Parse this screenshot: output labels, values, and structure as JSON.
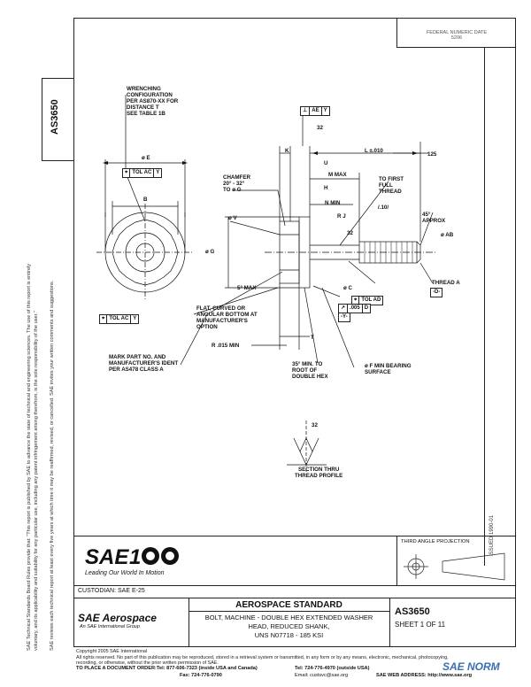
{
  "doc_id": "AS3650",
  "revision_box": {
    "line1": "FEDERAL NUMERIC DATE",
    "line2": "5206"
  },
  "issued_vertical": "ISSUED 1990-01",
  "sidebar": {
    "text1": "SAE Technical Standards Board Rules provide that: \"This report is published by SAE to advance the state of technical and engineering sciences. The use of this report is entirely",
    "text2": "voluntary, and its applicability and suitability for any particular use, including any patent infringement arising therefrom, is the sole responsibility of the user.\"",
    "text3": "SAE reviews each technical report at least every five years at which time it may be reaffirmed, revised, or cancelled. SAE invites your written comments and suggestions."
  },
  "labels": {
    "wrenching": [
      "WRENCHING",
      "CONFIGURATION",
      "PER AS870-XX FOR",
      "DISTANCE T",
      "SEE TABLE 1B"
    ],
    "phi_e": "ø E",
    "tol_ac_y": [
      "TOL AC",
      "Y"
    ],
    "b": "B",
    "ae_y": [
      "AE",
      "Y"
    ],
    "val_32": "32",
    "k": "K",
    "l_dim": "L ±.010",
    "u": "U",
    "m_max": "M MAX",
    "h": "H",
    "chamfer": [
      "CHAMFER",
      "20° - 32°",
      "TO ø G"
    ],
    "to_first": [
      "TO FIRST",
      "FULL",
      "THREAD"
    ],
    "n_min": "N MIN",
    "phi_v": "ø V",
    "r_j": "R J",
    "slash_10": "/.10/",
    "angle_45": [
      "45°",
      "APPROX"
    ],
    "phi_ab": "ø AB",
    "phi_g": "ø G",
    "angle_5": "5° MAX",
    "phi_c": "ø C",
    "thread_a": "THREAD A",
    "d_datum": "-D-",
    "tol_ad": "TOL AD",
    "tol_005": ".005",
    "datum_d": "D",
    "y_datum": "-Y-",
    "flat_note": [
      "FLAT, CURVED OR",
      "ANGULAR BOTTOM AT",
      "MANUFACTURER'S",
      "OPTION"
    ],
    "tol_ac_y2": [
      "TOL AC",
      "Y"
    ],
    "r_min": "R .015 MIN",
    "t": "T",
    "mark_note": [
      "MARK PART NO. AND",
      "MANUFACTURER'S IDENT",
      "PER AS478 CLASS A"
    ],
    "angle_35": [
      "35° MIN. TO",
      "ROOT OF",
      "DOUBLE HEX"
    ],
    "phi_f": [
      "ø F MIN BEARING",
      "SURFACE"
    ],
    "section": [
      "SECTION THRU",
      "THREAD PROFILE"
    ],
    "val_125": "125"
  },
  "logo": {
    "sae100": "SAE 100",
    "tagline": "Leading Our World In Motion"
  },
  "projection": "THIRD ANGLE PROJECTION",
  "custodian": "CUSTODIAN: SAE E-25",
  "aero_logo": {
    "brand": "SAE Aerospace",
    "sub": "An SAE International Group"
  },
  "standard": {
    "title": "AEROSPACE STANDARD",
    "desc1": "BOLT, MACHINE - DOUBLE HEX EXTENDED WASHER",
    "desc2": "HEAD, REDUCED SHANK,",
    "desc3": "UNS N07718 - 185 KSI",
    "number": "AS3650",
    "sheet": "SHEET 1 OF 11"
  },
  "footer": {
    "copyright": "Copyright 2005 SAE International",
    "rights1": "All rights reserved. No part of this publication may be reproduced, stored in a retrieval system or transmitted, in any form or by any means, electronic, mechanical, photocopying,",
    "rights2": "recording, or otherwise, without the prior written permission of SAE.",
    "order": "TO PLACE A DOCUMENT ORDER:",
    "tel1": "Tel: 877-606-7323 (inside USA and Canada)",
    "tel2": "Tel: 724-776-4970 (outside USA)",
    "fax": "Fax: 724-776-0790",
    "email": "Email: custsvc@sae.org",
    "web": "SAE WEB ADDRESS: http://www.sae.org"
  },
  "watermark": "SAE NORM"
}
